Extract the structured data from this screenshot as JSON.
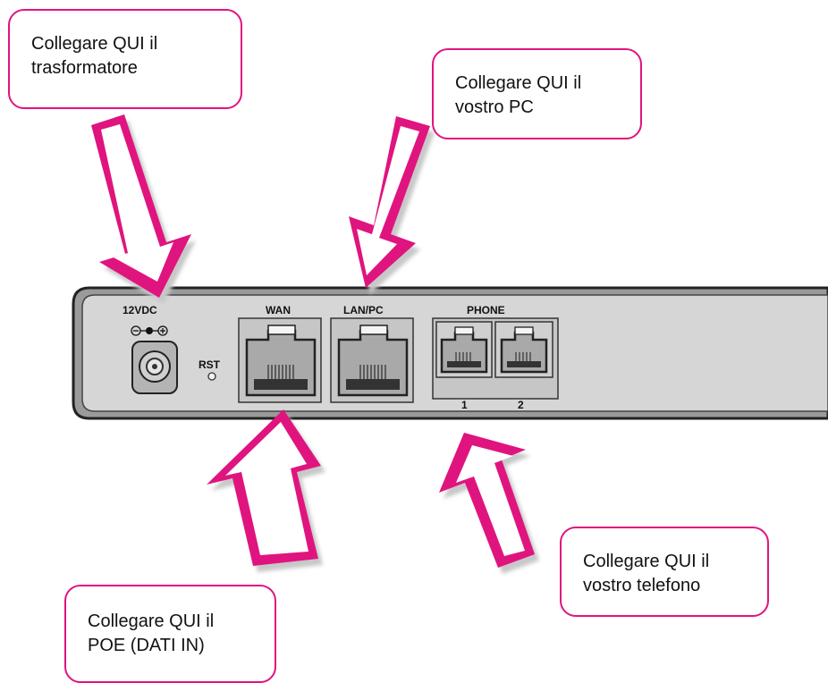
{
  "device": {
    "power_label": "12VDC",
    "reset_label": "RST",
    "wan_label": "WAN",
    "lan_label": "LAN/PC",
    "phone_label": "PHONE",
    "phone_port_1": "1",
    "phone_port_2": "2"
  },
  "callouts": {
    "power": {
      "line1": "Collegare QUI il",
      "line2": "trasformatore"
    },
    "pc": {
      "line1": "Collegare QUI il",
      "line2": "vostro PC"
    },
    "poe": {
      "line1": "Collegare QUI il",
      "line2": "POE (DATI IN)"
    },
    "phone": {
      "line1": "Collegare QUI il",
      "line2": "vostro telefono"
    }
  },
  "colors": {
    "arrow": "#e0147f",
    "arrow_shadow": "#c9c9c9",
    "panel": "#d4d4d4",
    "outline": "#222222"
  }
}
